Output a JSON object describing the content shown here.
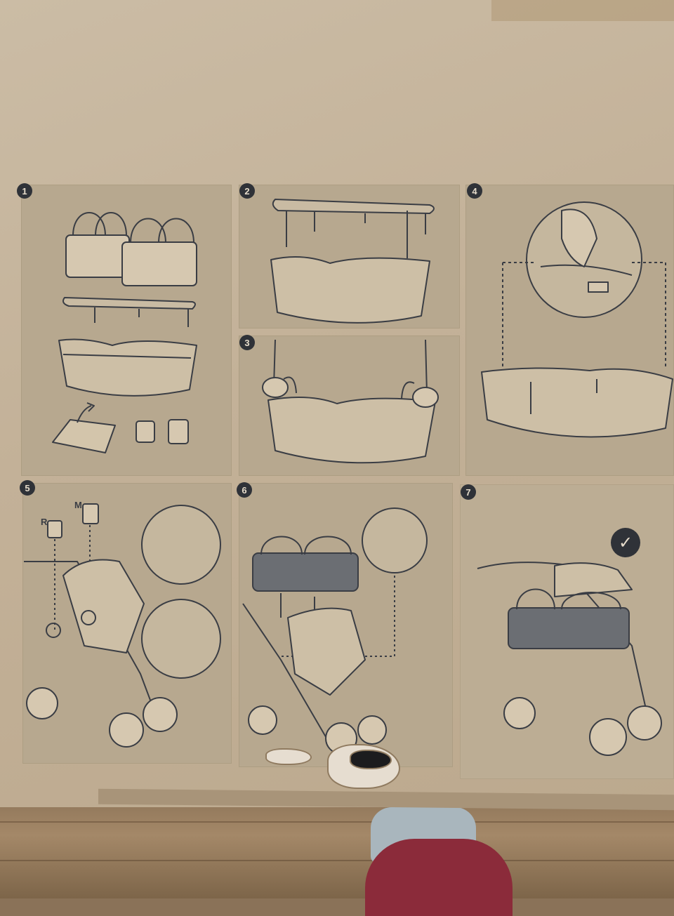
{
  "steps": [
    {
      "number": "1"
    },
    {
      "number": "2"
    },
    {
      "number": "3"
    },
    {
      "number": "4"
    },
    {
      "number": "5"
    },
    {
      "number": "6"
    },
    {
      "number": "7"
    }
  ],
  "step5_labels": {
    "r": "R",
    "m": "M"
  },
  "completion": {
    "icon": "checkmark-icon",
    "glyph": "✓"
  },
  "colors": {
    "cardboard": "#c3b198",
    "panel": "#b7a88f",
    "ink": "#2f3238",
    "badge_text": "#e6dccb"
  }
}
